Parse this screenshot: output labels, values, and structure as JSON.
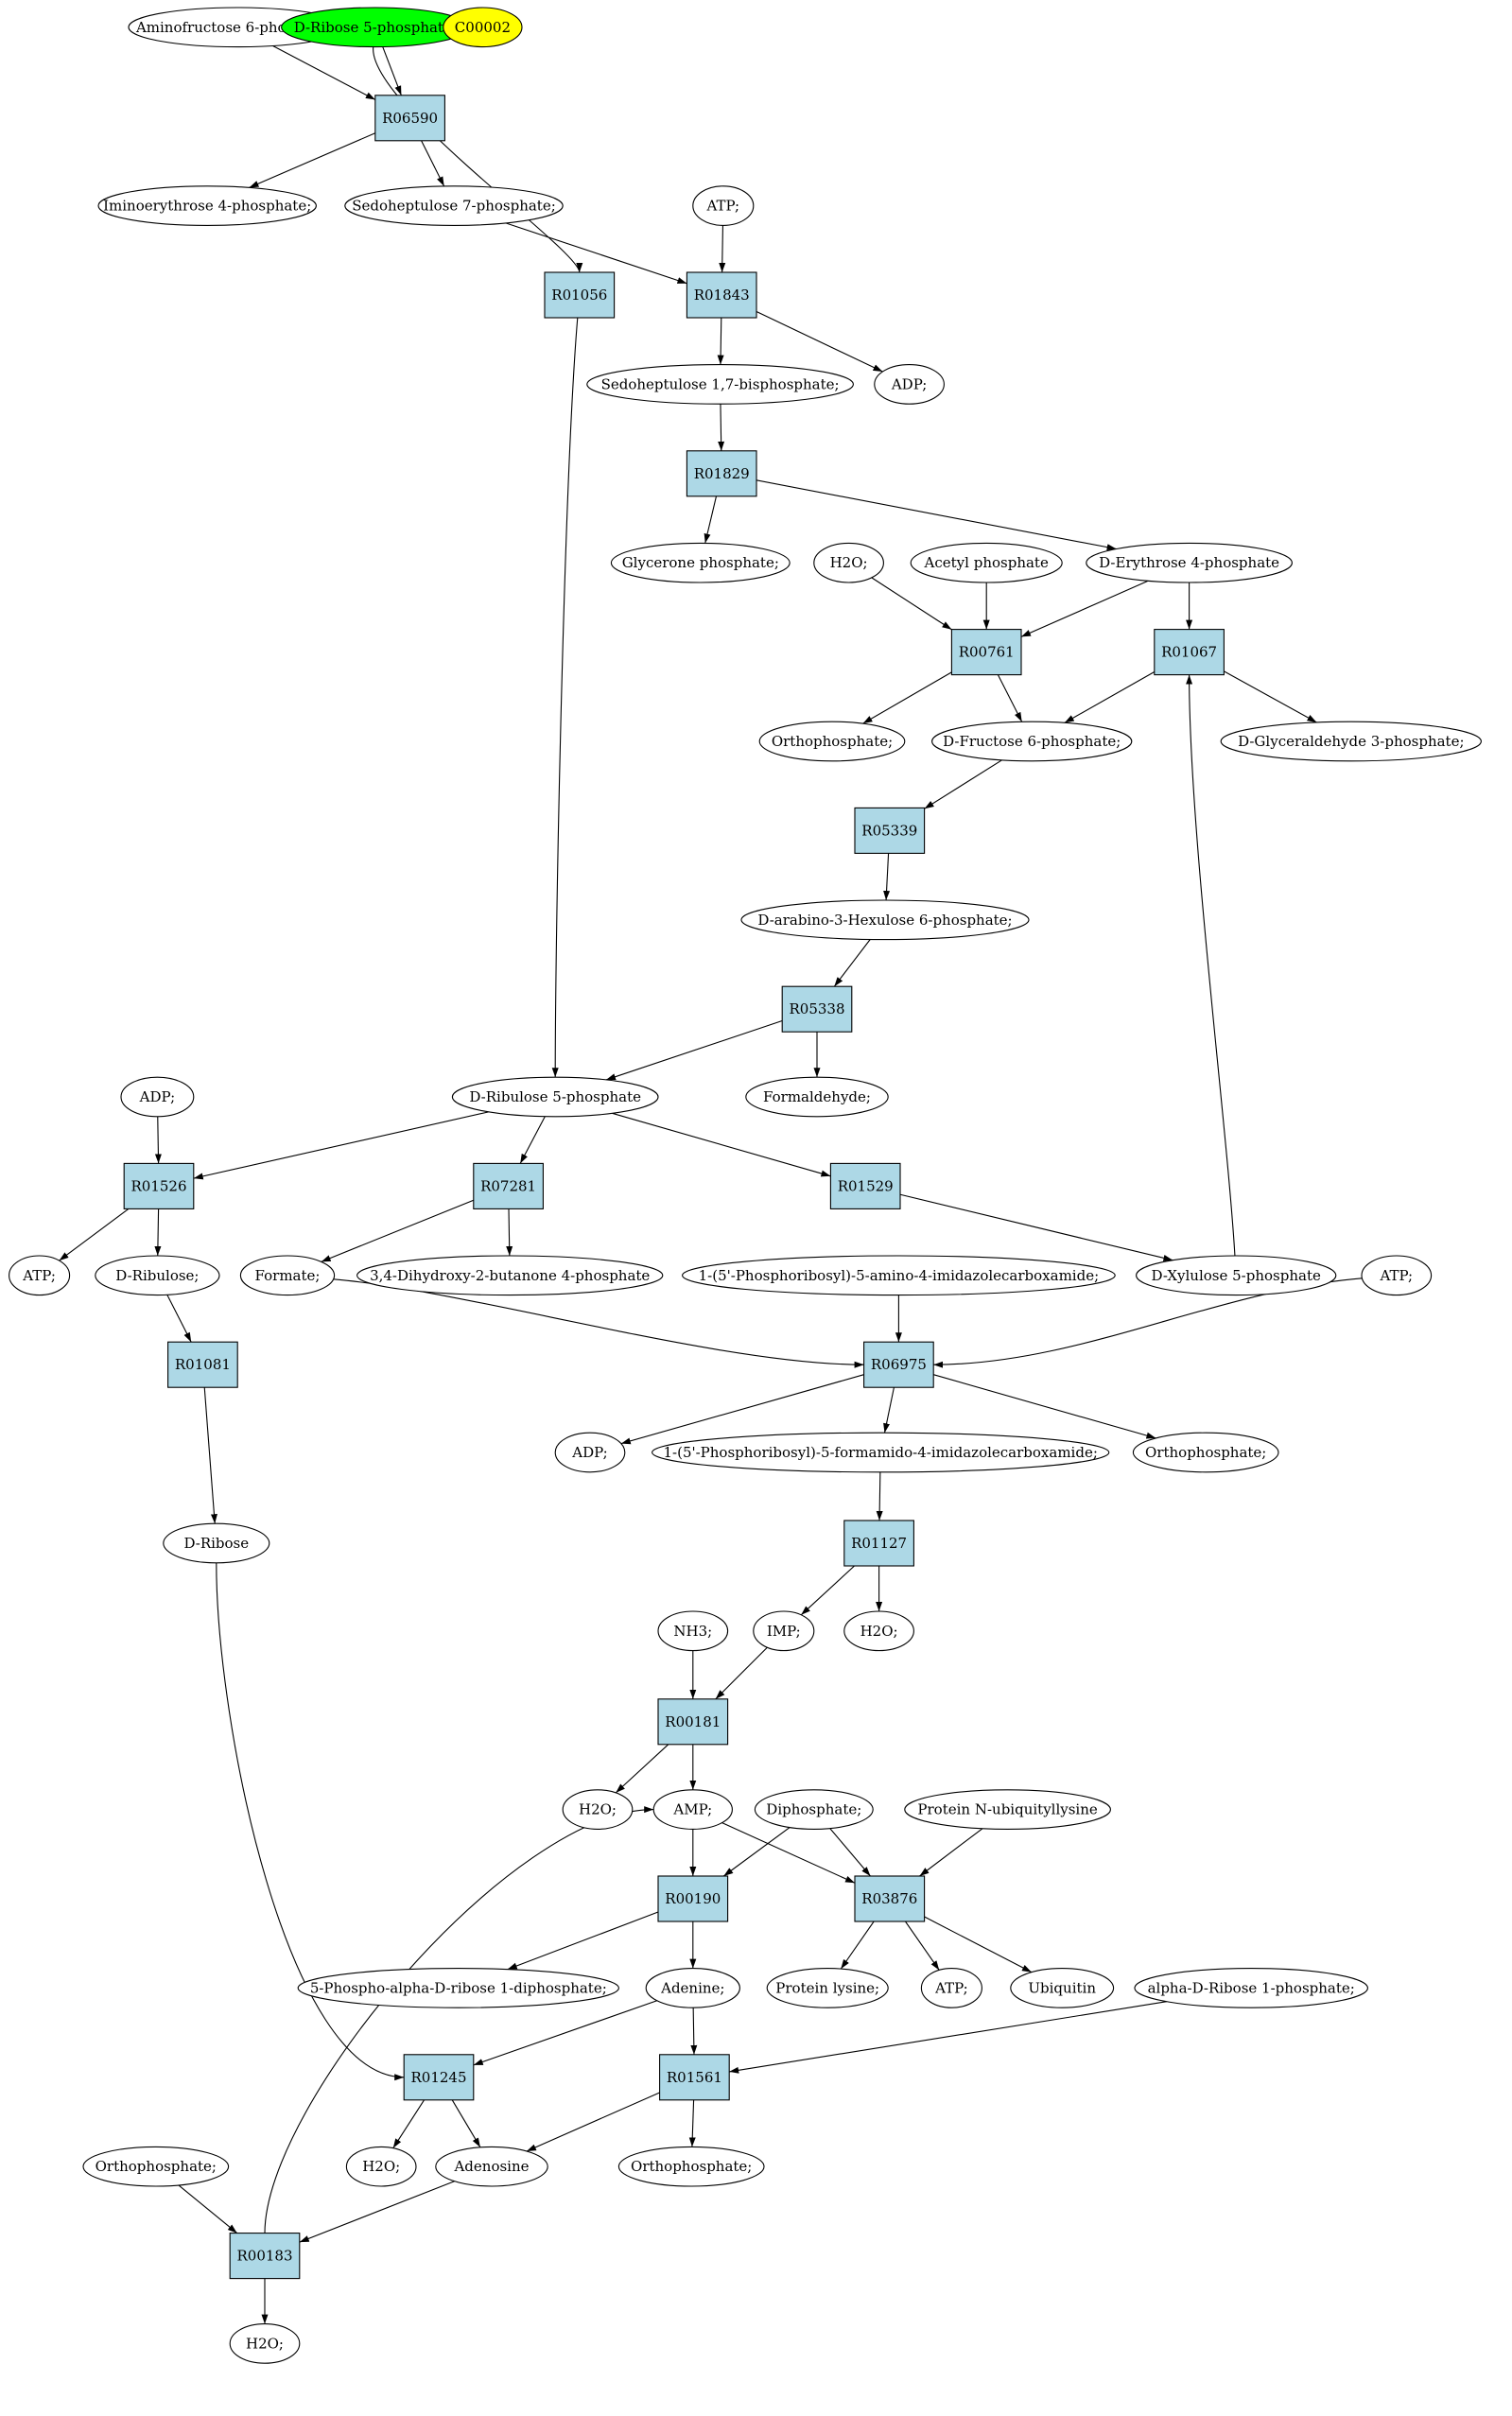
{
  "colors": {
    "reaction_fill": "#add8e6",
    "compound_fill": "#ffffff",
    "highlight_green": "#00ff00",
    "highlight_yellow": "#ffff00",
    "stroke": "#000000"
  },
  "nodes": {
    "aminofructose6p": {
      "label": "Aminofructose 6-phosphate;",
      "kind": "compound"
    },
    "dribose5p": {
      "label": "D-Ribose 5-phosphate;",
      "kind": "compound",
      "fill": "highlight_green"
    },
    "c00002": {
      "label": "C00002",
      "kind": "compound",
      "fill": "highlight_yellow"
    },
    "R06590": {
      "label": "R06590",
      "kind": "reaction"
    },
    "iminoerythrose4p": {
      "label": "Iminoerythrose 4-phosphate;",
      "kind": "compound"
    },
    "sedoheptulose7p": {
      "label": "Sedoheptulose 7-phosphate;",
      "kind": "compound"
    },
    "atp_1": {
      "label": "ATP;",
      "kind": "compound"
    },
    "R01056": {
      "label": "R01056",
      "kind": "reaction"
    },
    "R01843": {
      "label": "R01843",
      "kind": "reaction"
    },
    "sedoheptulose17bp": {
      "label": "Sedoheptulose 1,7-bisphosphate;",
      "kind": "compound"
    },
    "adp_1": {
      "label": "ADP;",
      "kind": "compound"
    },
    "R01829": {
      "label": "R01829",
      "kind": "reaction"
    },
    "glyceronep": {
      "label": "Glycerone phosphate;",
      "kind": "compound"
    },
    "h2o_1": {
      "label": "H2O;",
      "kind": "compound"
    },
    "acetylp": {
      "label": "Acetyl phosphate",
      "kind": "compound"
    },
    "derythrose4p": {
      "label": "D-Erythrose 4-phosphate",
      "kind": "compound"
    },
    "R00761": {
      "label": "R00761",
      "kind": "reaction"
    },
    "R01067": {
      "label": "R01067",
      "kind": "reaction"
    },
    "orthop_1": {
      "label": "Orthophosphate;",
      "kind": "compound"
    },
    "dfructose6p": {
      "label": "D-Fructose 6-phosphate;",
      "kind": "compound"
    },
    "dglyceraldehyde3p": {
      "label": "D-Glyceraldehyde 3-phosphate;",
      "kind": "compound"
    },
    "R05339": {
      "label": "R05339",
      "kind": "reaction"
    },
    "hexulose6p": {
      "label": "D-arabino-3-Hexulose 6-phosphate;",
      "kind": "compound"
    },
    "R05338": {
      "label": "R05338",
      "kind": "reaction"
    },
    "adp_2": {
      "label": "ADP;",
      "kind": "compound"
    },
    "dribulose5p": {
      "label": "D-Ribulose 5-phosphate",
      "kind": "compound"
    },
    "formaldehyde": {
      "label": "Formaldehyde;",
      "kind": "compound"
    },
    "R01526": {
      "label": "R01526",
      "kind": "reaction"
    },
    "R07281": {
      "label": "R07281",
      "kind": "reaction"
    },
    "R01529": {
      "label": "R01529",
      "kind": "reaction"
    },
    "atp_2": {
      "label": "ATP;",
      "kind": "compound"
    },
    "dribulose": {
      "label": "D-Ribulose;",
      "kind": "compound"
    },
    "formate": {
      "label": "Formate;",
      "kind": "compound"
    },
    "dihydroxybutanone4p": {
      "label": "3,4-Dihydroxy-2-butanone 4-phosphate",
      "kind": "compound"
    },
    "aicar": {
      "label": "1-(5'-Phosphoribosyl)-5-amino-4-imidazolecarboxamide;",
      "kind": "compound"
    },
    "dxylulose5p": {
      "label": "D-Xylulose 5-phosphate",
      "kind": "compound"
    },
    "atp_3": {
      "label": "ATP;",
      "kind": "compound"
    },
    "R01081": {
      "label": "R01081",
      "kind": "reaction"
    },
    "R06975": {
      "label": "R06975",
      "kind": "reaction"
    },
    "adp_3": {
      "label": "ADP;",
      "kind": "compound"
    },
    "faicar": {
      "label": "1-(5'-Phosphoribosyl)-5-formamido-4-imidazolecarboxamide;",
      "kind": "compound"
    },
    "orthop_2": {
      "label": "Orthophosphate;",
      "kind": "compound"
    },
    "dribose": {
      "label": "D-Ribose",
      "kind": "compound"
    },
    "R01127": {
      "label": "R01127",
      "kind": "reaction"
    },
    "nh3": {
      "label": "NH3;",
      "kind": "compound"
    },
    "imp": {
      "label": "IMP;",
      "kind": "compound"
    },
    "h2o_2": {
      "label": "H2O;",
      "kind": "compound"
    },
    "R00181": {
      "label": "R00181",
      "kind": "reaction"
    },
    "h2o_3": {
      "label": "H2O;",
      "kind": "compound"
    },
    "amp": {
      "label": "AMP;",
      "kind": "compound"
    },
    "diphosphate": {
      "label": "Diphosphate;",
      "kind": "compound"
    },
    "proteinnubiq": {
      "label": "Protein N-ubiquityllysine",
      "kind": "compound"
    },
    "R00190": {
      "label": "R00190",
      "kind": "reaction"
    },
    "R03876": {
      "label": "R03876",
      "kind": "reaction"
    },
    "prpp": {
      "label": "5-Phospho-alpha-D-ribose 1-diphosphate;",
      "kind": "compound"
    },
    "adenine": {
      "label": "Adenine;",
      "kind": "compound"
    },
    "proteinlysine": {
      "label": "Protein lysine;",
      "kind": "compound"
    },
    "atp_4": {
      "label": "ATP;",
      "kind": "compound"
    },
    "ubiquitin": {
      "label": "Ubiquitin",
      "kind": "compound"
    },
    "ribose1p": {
      "label": "alpha-D-Ribose 1-phosphate;",
      "kind": "compound"
    },
    "R01245": {
      "label": "R01245",
      "kind": "reaction"
    },
    "R01561": {
      "label": "R01561",
      "kind": "reaction"
    },
    "h2o_4": {
      "label": "H2O;",
      "kind": "compound"
    },
    "adenosine": {
      "label": "Adenosine",
      "kind": "compound"
    },
    "orthop_3": {
      "label": "Orthophosphate;",
      "kind": "compound"
    },
    "orthop_4": {
      "label": "Orthophosphate;",
      "kind": "compound"
    },
    "R00183": {
      "label": "R00183",
      "kind": "reaction"
    },
    "h2o_5": {
      "label": "H2O;",
      "kind": "compound"
    }
  },
  "edges": [
    [
      "aminofructose6p",
      "R06590"
    ],
    [
      "dribose5p",
      "R06590"
    ],
    [
      "dribose5p",
      "R01056"
    ],
    [
      "R06590",
      "iminoerythrose4p"
    ],
    [
      "R06590",
      "sedoheptulose7p"
    ],
    [
      "sedoheptulose7p",
      "R01843"
    ],
    [
      "atp_1",
      "R01843"
    ],
    [
      "R01843",
      "sedoheptulose17bp"
    ],
    [
      "R01843",
      "adp_1"
    ],
    [
      "sedoheptulose17bp",
      "R01829"
    ],
    [
      "R01829",
      "glyceronep"
    ],
    [
      "R01829",
      "derythrose4p"
    ],
    [
      "h2o_1",
      "R00761"
    ],
    [
      "acetylp",
      "R00761"
    ],
    [
      "derythrose4p",
      "R00761"
    ],
    [
      "derythrose4p",
      "R01067"
    ],
    [
      "R00761",
      "orthop_1"
    ],
    [
      "R00761",
      "dfructose6p"
    ],
    [
      "R01067",
      "dfructose6p"
    ],
    [
      "R01067",
      "dglyceraldehyde3p"
    ],
    [
      "dfructose6p",
      "R05339"
    ],
    [
      "R05339",
      "hexulose6p"
    ],
    [
      "hexulose6p",
      "R05338"
    ],
    [
      "R05338",
      "dribulose5p"
    ],
    [
      "R05338",
      "formaldehyde"
    ],
    [
      "R01056",
      "dribulose5p"
    ],
    [
      "adp_2",
      "R01526"
    ],
    [
      "dribulose5p",
      "R01526"
    ],
    [
      "dribulose5p",
      "R07281"
    ],
    [
      "dribulose5p",
      "R01529"
    ],
    [
      "R01526",
      "atp_2"
    ],
    [
      "R01526",
      "dribulose"
    ],
    [
      "R07281",
      "formate"
    ],
    [
      "R07281",
      "dihydroxybutanone4p"
    ],
    [
      "R01529",
      "dxylulose5p"
    ],
    [
      "dxylulose5p",
      "R01067"
    ],
    [
      "dribulose",
      "R01081"
    ],
    [
      "R01081",
      "dribose"
    ],
    [
      "formate",
      "R06975"
    ],
    [
      "aicar",
      "R06975"
    ],
    [
      "atp_3",
      "R06975"
    ],
    [
      "R06975",
      "adp_3"
    ],
    [
      "R06975",
      "faicar"
    ],
    [
      "R06975",
      "orthop_2"
    ],
    [
      "faicar",
      "R01127"
    ],
    [
      "R01127",
      "imp"
    ],
    [
      "R01127",
      "h2o_2"
    ],
    [
      "nh3",
      "R00181"
    ],
    [
      "imp",
      "R00181"
    ],
    [
      "R00181",
      "h2o_3"
    ],
    [
      "R00181",
      "amp"
    ],
    [
      "amp",
      "R00190"
    ],
    [
      "amp",
      "R03876"
    ],
    [
      "diphosphate",
      "R00190"
    ],
    [
      "diphosphate",
      "R03876"
    ],
    [
      "proteinnubiq",
      "R03876"
    ],
    [
      "R00190",
      "prpp"
    ],
    [
      "R00190",
      "adenine"
    ],
    [
      "R03876",
      "proteinlysine"
    ],
    [
      "R03876",
      "atp_4"
    ],
    [
      "R03876",
      "ubiquitin"
    ],
    [
      "adenine",
      "R01245"
    ],
    [
      "adenine",
      "R01561"
    ],
    [
      "dribose",
      "R01245"
    ],
    [
      "ribose1p",
      "R01561"
    ],
    [
      "R01245",
      "h2o_4"
    ],
    [
      "R01245",
      "adenosine"
    ],
    [
      "R01561",
      "adenosine"
    ],
    [
      "R01561",
      "orthop_3"
    ],
    [
      "orthop_4",
      "R00183"
    ],
    [
      "adenosine",
      "R00183"
    ],
    [
      "R00183",
      "h2o_5"
    ],
    [
      "R00183",
      "amp"
    ]
  ]
}
